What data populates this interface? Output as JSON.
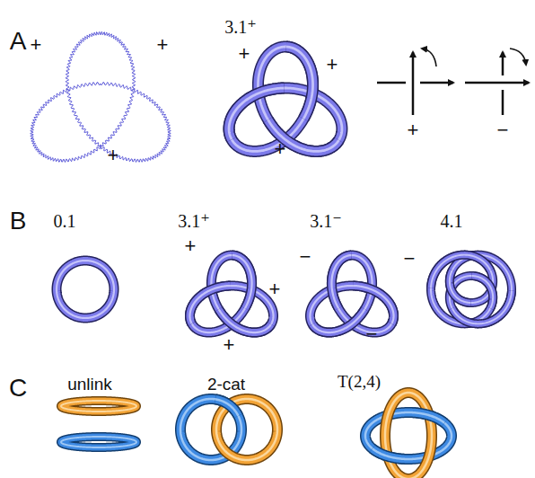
{
  "diagram": {
    "labels": [
      "A",
      "+",
      "+",
      "+",
      "3.1⁺",
      "+",
      "+",
      "+",
      "+",
      "−",
      "B",
      "0.1",
      "3.1⁺",
      "3.1⁻",
      "4.1",
      "+",
      "+",
      "+",
      "−",
      "−",
      "−",
      "C",
      "unlink",
      "2-cat",
      "T(2,4)"
    ]
  }
}
